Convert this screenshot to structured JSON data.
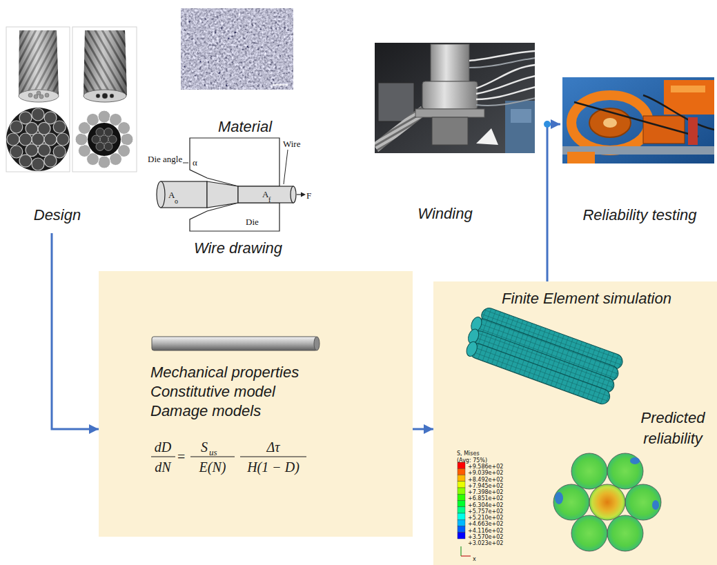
{
  "diagram": {
    "nodes": [
      {
        "text": [
          "Design"
        ]
      },
      {
        "text": [
          "Material"
        ]
      },
      {
        "text": [
          "Wire drawing"
        ]
      },
      {
        "text": [
          "Winding"
        ]
      },
      {
        "text": [
          "Reliability testing"
        ]
      },
      {
        "text": [
          "Mechanical properties",
          "Constitutive model",
          "Damage models",
          "dD",
          "dN",
          "=",
          "S",
          "us",
          "E(N)",
          "Δτ",
          "H(1 − D)"
        ]
      },
      {
        "text": [
          "Finite Element simulation",
          "Predicted reliability"
        ]
      }
    ],
    "edges": [
      {
        "from": 0,
        "to": 5,
        "arrow": "to"
      },
      {
        "from": 5,
        "to": 6,
        "arrow": "to"
      },
      {
        "from": 6,
        "to": 4,
        "arrow": "to"
      }
    ],
    "labels": [
      "Die angle",
      "α",
      "Wire",
      "A",
      "o",
      "A",
      "f",
      "F",
      "Die",
      "S, Mises",
      "(Avg: 75%)",
      "+9.586e+02",
      "+9.039e+02",
      "+8.492e+02",
      "+7.945e+02",
      "+7.398e+02",
      "+6.851e+02",
      "+6.304e+02",
      "+5.757e+02",
      "+5.210e+02",
      "+4.663e+02",
      "+4.116e+02",
      "+3.570e+02",
      "+3.023e+02",
      "x"
    ]
  }
}
